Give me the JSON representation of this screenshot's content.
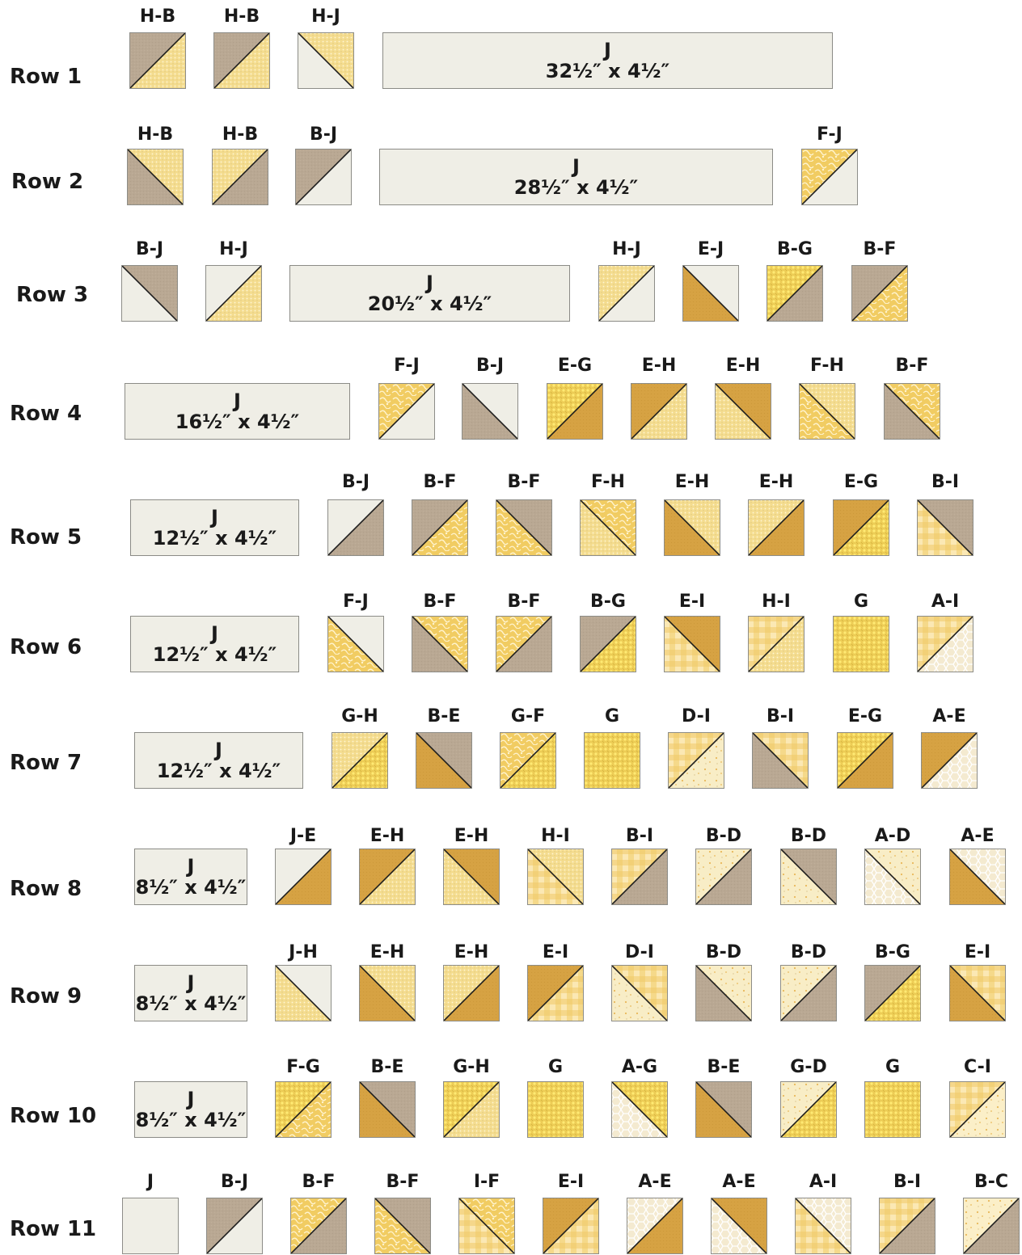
{
  "colors": {
    "A": "#f4ead0",
    "B": "#b9a893",
    "C": "#fbefc8",
    "D": "#f8edc6",
    "E": "#d6a243",
    "F": "#f1cc62",
    "G": "#edcc55",
    "H": "#f4dc8f",
    "I": "#f5d98a",
    "J": "#efeee6"
  },
  "rows": [
    {
      "label": "Row 1",
      "items": [
        {
          "label": "H-B",
          "a": "B",
          "b": "H",
          "d": "f"
        },
        {
          "label": "H-B",
          "a": "B",
          "b": "H",
          "d": "f"
        },
        {
          "label": "H-J",
          "a": "H",
          "b": "J",
          "d": "b"
        },
        {
          "label": "J",
          "text": "32½″ x 4½″"
        }
      ]
    },
    {
      "label": "Row 2",
      "items": [
        {
          "label": "H-B",
          "a": "H",
          "b": "B",
          "d": "b"
        },
        {
          "label": "H-B",
          "a": "H",
          "b": "B",
          "d": "f"
        },
        {
          "label": "B-J",
          "a": "B",
          "b": "J",
          "d": "f"
        },
        {
          "label": "J",
          "text": "28½″ x 4½″"
        },
        {
          "label": "F-J",
          "a": "F",
          "b": "J",
          "d": "f"
        }
      ]
    },
    {
      "label": "Row 3",
      "items": [
        {
          "label": "B-J",
          "a": "B",
          "b": "J",
          "d": "b"
        },
        {
          "label": "H-J",
          "a": "J",
          "b": "H",
          "d": "f"
        },
        {
          "label": "J",
          "text": "20½″ x 4½″"
        },
        {
          "label": "H-J",
          "a": "H",
          "b": "J",
          "d": "f"
        },
        {
          "label": "E-J",
          "a": "J",
          "b": "E",
          "d": "b"
        },
        {
          "label": "B-G",
          "a": "G",
          "b": "B",
          "d": "f"
        },
        {
          "label": "B-F",
          "a": "B",
          "b": "F",
          "d": "f"
        }
      ]
    },
    {
      "label": "Row 4",
      "items": [
        {
          "label": "J",
          "text": "16½″ x 4½″"
        },
        {
          "label": "F-J",
          "a": "F",
          "b": "J",
          "d": "f"
        },
        {
          "label": "B-J",
          "a": "J",
          "b": "B",
          "d": "b"
        },
        {
          "label": "E-G",
          "a": "G",
          "b": "E",
          "d": "f"
        },
        {
          "label": "E-H",
          "a": "E",
          "b": "H",
          "d": "f"
        },
        {
          "label": "E-H",
          "a": "E",
          "b": "H",
          "d": "b"
        },
        {
          "label": "F-H",
          "a": "H",
          "b": "F",
          "d": "b"
        },
        {
          "label": "B-F",
          "a": "F",
          "b": "B",
          "d": "b"
        }
      ]
    },
    {
      "label": "Row 5",
      "items": [
        {
          "label": "J",
          "text": "12½″ x 4½″"
        },
        {
          "label": "B-J",
          "a": "J",
          "b": "B",
          "d": "f"
        },
        {
          "label": "B-F",
          "a": "B",
          "b": "F",
          "d": "f"
        },
        {
          "label": "B-F",
          "a": "B",
          "b": "F",
          "d": "b"
        },
        {
          "label": "F-H",
          "a": "F",
          "b": "H",
          "d": "b"
        },
        {
          "label": "E-H",
          "a": "H",
          "b": "E",
          "d": "b"
        },
        {
          "label": "E-H",
          "a": "H",
          "b": "E",
          "d": "f"
        },
        {
          "label": "E-G",
          "a": "E",
          "b": "G",
          "d": "f"
        },
        {
          "label": "B-I",
          "a": "B",
          "b": "I",
          "d": "b"
        }
      ]
    },
    {
      "label": "Row 6",
      "items": [
        {
          "label": "J",
          "text": "12½″ x 4½″"
        },
        {
          "label": "F-J",
          "a": "J",
          "b": "F",
          "d": "b"
        },
        {
          "label": "B-F",
          "a": "F",
          "b": "B",
          "d": "b"
        },
        {
          "label": "B-F",
          "a": "F",
          "b": "B",
          "d": "f"
        },
        {
          "label": "B-G",
          "a": "B",
          "b": "G",
          "d": "f"
        },
        {
          "label": "E-I",
          "a": "E",
          "b": "I",
          "d": "b"
        },
        {
          "label": "H-I",
          "a": "I",
          "b": "H",
          "d": "f"
        },
        {
          "label": "G",
          "solid": "G"
        },
        {
          "label": "A-I",
          "a": "I",
          "b": "A",
          "d": "f"
        }
      ]
    },
    {
      "label": "Row 7",
      "items": [
        {
          "label": "J",
          "text": "12½″ x 4½″"
        },
        {
          "label": "G-H",
          "a": "H",
          "b": "G",
          "d": "f"
        },
        {
          "label": "B-E",
          "a": "B",
          "b": "E",
          "d": "b"
        },
        {
          "label": "G-F",
          "a": "F",
          "b": "G",
          "d": "f"
        },
        {
          "label": "G",
          "solid": "G"
        },
        {
          "label": "D-I",
          "a": "I",
          "b": "D",
          "d": "f"
        },
        {
          "label": "B-I",
          "a": "I",
          "b": "B",
          "d": "b"
        },
        {
          "label": "E-G",
          "a": "G",
          "b": "E",
          "d": "f"
        },
        {
          "label": "A-E",
          "a": "E",
          "b": "A",
          "d": "f"
        }
      ]
    },
    {
      "label": "Row 8",
      "items": [
        {
          "label": "J",
          "text": "8½″ x 4½″"
        },
        {
          "label": "J-E",
          "a": "J",
          "b": "E",
          "d": "f"
        },
        {
          "label": "E-H",
          "a": "E",
          "b": "H",
          "d": "f"
        },
        {
          "label": "E-H",
          "a": "E",
          "b": "H",
          "d": "b"
        },
        {
          "label": "H-I",
          "a": "H",
          "b": "I",
          "d": "b"
        },
        {
          "label": "B-I",
          "a": "I",
          "b": "B",
          "d": "f"
        },
        {
          "label": "B-D",
          "a": "D",
          "b": "B",
          "d": "f"
        },
        {
          "label": "B-D",
          "a": "B",
          "b": "D",
          "d": "b"
        },
        {
          "label": "A-D",
          "a": "D",
          "b": "A",
          "d": "b"
        },
        {
          "label": "A-E",
          "a": "A",
          "b": "E",
          "d": "b"
        }
      ]
    },
    {
      "label": "Row 9",
      "items": [
        {
          "label": "J",
          "text": "8½″ x 4½″"
        },
        {
          "label": "J-H",
          "a": "J",
          "b": "H",
          "d": "b"
        },
        {
          "label": "E-H",
          "a": "H",
          "b": "E",
          "d": "b"
        },
        {
          "label": "E-H",
          "a": "H",
          "b": "E",
          "d": "f"
        },
        {
          "label": "E-I",
          "a": "E",
          "b": "I",
          "d": "f"
        },
        {
          "label": "D-I",
          "a": "I",
          "b": "D",
          "d": "b"
        },
        {
          "label": "B-D",
          "a": "D",
          "b": "B",
          "d": "b"
        },
        {
          "label": "B-D",
          "a": "D",
          "b": "B",
          "d": "f"
        },
        {
          "label": "B-G",
          "a": "B",
          "b": "G",
          "d": "f"
        },
        {
          "label": "E-I",
          "a": "I",
          "b": "E",
          "d": "b"
        }
      ]
    },
    {
      "label": "Row 10",
      "items": [
        {
          "label": "J",
          "text": "8½″ x 4½″"
        },
        {
          "label": "F-G",
          "a": "G",
          "b": "F",
          "d": "f"
        },
        {
          "label": "B-E",
          "a": "B",
          "b": "E",
          "d": "b"
        },
        {
          "label": "G-H",
          "a": "G",
          "b": "H",
          "d": "f"
        },
        {
          "label": "G",
          "solid": "G"
        },
        {
          "label": "A-G",
          "a": "G",
          "b": "A",
          "d": "b"
        },
        {
          "label": "B-E",
          "a": "B",
          "b": "E",
          "d": "b"
        },
        {
          "label": "G-D",
          "a": "D",
          "b": "G",
          "d": "f"
        },
        {
          "label": "G",
          "solid": "G"
        },
        {
          "label": "C-I",
          "a": "I",
          "b": "C",
          "d": "f"
        }
      ]
    },
    {
      "label": "Row 11",
      "items": [
        {
          "label": "J",
          "solid": "J"
        },
        {
          "label": "B-J",
          "a": "B",
          "b": "J",
          "d": "f"
        },
        {
          "label": "B-F",
          "a": "F",
          "b": "B",
          "d": "f"
        },
        {
          "label": "B-F",
          "a": "B",
          "b": "F",
          "d": "b"
        },
        {
          "label": "I-F",
          "a": "F",
          "b": "I",
          "d": "b"
        },
        {
          "label": "E-I",
          "a": "E",
          "b": "I",
          "d": "f"
        },
        {
          "label": "A-E",
          "a": "A",
          "b": "E",
          "d": "f"
        },
        {
          "label": "A-E",
          "a": "E",
          "b": "A",
          "d": "b"
        },
        {
          "label": "A-I",
          "a": "A",
          "b": "I",
          "d": "b"
        },
        {
          "label": "B-I",
          "a": "I",
          "b": "B",
          "d": "f"
        },
        {
          "label": "B-C",
          "a": "C",
          "b": "B",
          "d": "f"
        }
      ]
    }
  ]
}
